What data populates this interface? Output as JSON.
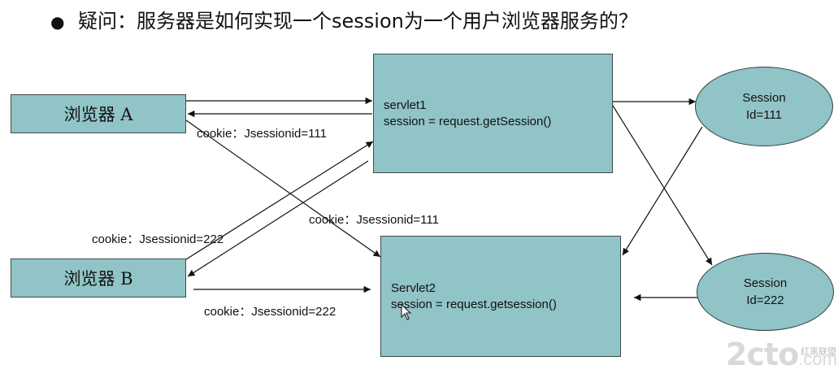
{
  "title": {
    "bullet": "●",
    "text": "疑问：服务器是如何实现一个session为一个用户浏览器服务的？"
  },
  "browsers": {
    "a": "浏览器 A",
    "b": "浏览器 B"
  },
  "servlets": {
    "servlet1": {
      "line1": "servlet1",
      "line2": "session = request.getSession()"
    },
    "servlet2": {
      "line1": "Servlet2",
      "line2": "session = request.getsession()"
    }
  },
  "sessions": {
    "s1": {
      "line1": "Session",
      "line2": "Id=111"
    },
    "s2": {
      "line1": "Session",
      "line2": "Id=222"
    }
  },
  "cookies": {
    "a_return": "cookie：Jsessionid=111",
    "a_to_servlet2": "cookie：Jsessionid=111",
    "b_return": "cookie：Jsessionid=222",
    "b_to_servlet2": "cookie：Jsessionid=222"
  },
  "watermark": {
    "main": "2cto",
    "tld": ".com",
    "cn": "红黑联盟"
  },
  "colors": {
    "node_fill": "#91c4c7",
    "border": "#3b4c4d",
    "arrow": "#111111"
  }
}
